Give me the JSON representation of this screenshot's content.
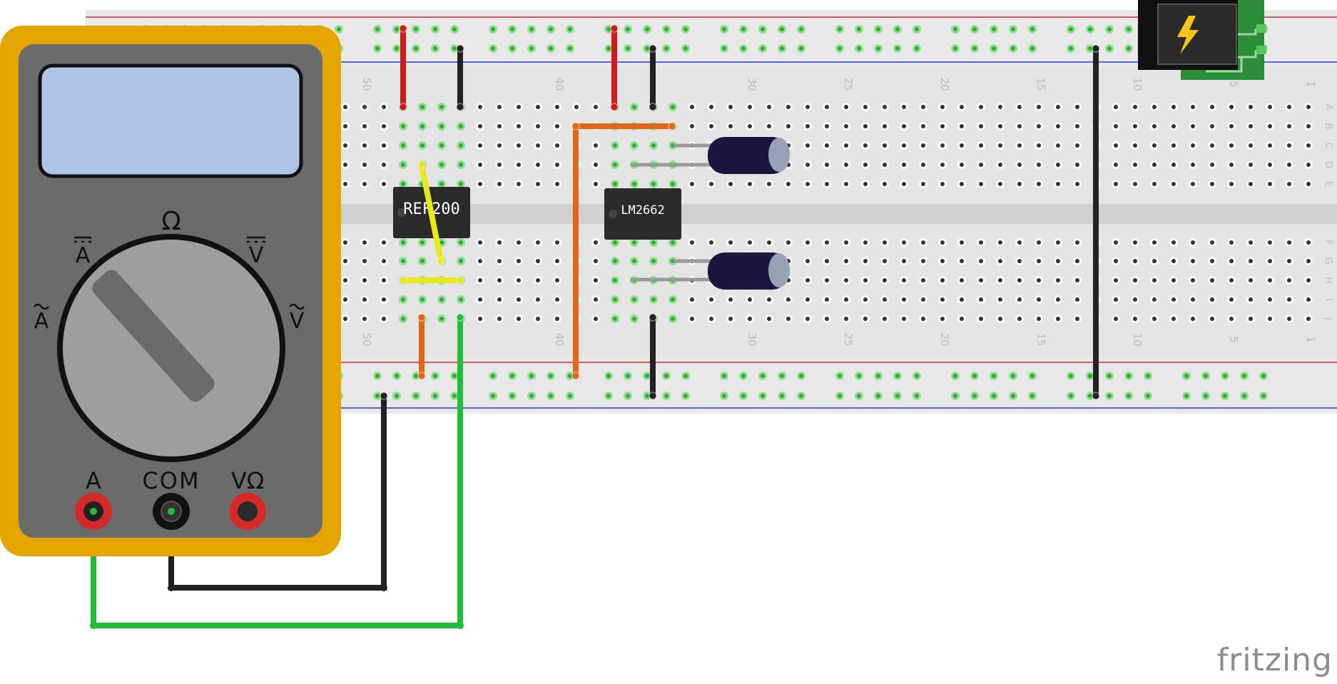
{
  "app": {
    "watermark": "fritzing"
  },
  "breadboard": {
    "column_numbers": [
      "50",
      "40",
      "30",
      "25",
      "20",
      "15",
      "10",
      "5",
      "1"
    ],
    "row_letters_top": [
      "A",
      "B",
      "C",
      "D",
      "E"
    ],
    "row_letters_bottom": [
      "F",
      "G",
      "H",
      "I",
      "J"
    ]
  },
  "chips": {
    "ref200": {
      "label": "REF200"
    },
    "lm2662": {
      "label": "LM2662"
    }
  },
  "multimeter": {
    "dial_symbols": {
      "ohm": "Ω",
      "dc_amps": "A",
      "dc_volts": "V",
      "ac_amps": "A",
      "ac_volts": "V"
    },
    "jacks": {
      "amps": "A",
      "common": "COM",
      "volts_ohms": "VΩ"
    }
  },
  "power_jack": {
    "icon": "lightning-bolt-icon"
  },
  "colors": {
    "meter_body": "#e5a500",
    "meter_face": "#6b6b6b",
    "lcd": "#aec5e8",
    "wire_red": "#d11a1a",
    "wire_black": "#222222",
    "wire_orange": "#e0671a",
    "wire_yellow": "#e8e81a",
    "wire_green": "#1fbf3a",
    "connected_hole": "#5fd35f"
  }
}
